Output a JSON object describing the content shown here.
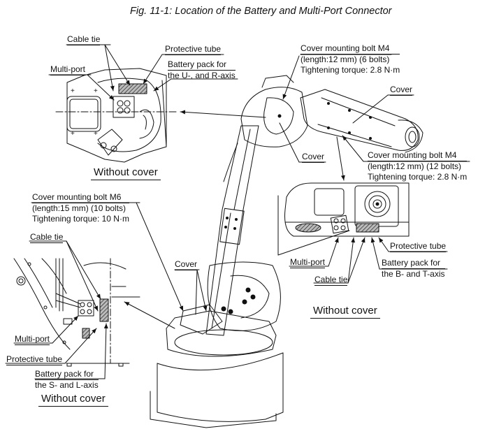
{
  "figure": {
    "title": "Fig. 11-1: Location of the Battery and Multi-Port Connector"
  },
  "inset_upper_left": {
    "cable_tie": "Cable tie",
    "protective_tube": "Protective tube",
    "multi_port": "Multi-port",
    "battery_line1": "Battery pack for",
    "battery_line2": "the U-, and R-axis",
    "caption": "Without cover"
  },
  "upper_arm_callouts": {
    "bolt_m4_6": {
      "line1": "Cover mounting bolt M4",
      "line2": "(length:12 mm) (6 bolts)",
      "line3": "Tightening torque: 2.8 N·m"
    },
    "cover_top": "Cover",
    "cover_mid": "Cover",
    "bolt_m4_12": {
      "line1": "Cover mounting bolt M4",
      "line2": "(length:12 mm) (12 bolts)",
      "line3": "Tightening torque: 2.8 N·m"
    }
  },
  "inset_right": {
    "protective_tube": "Protective tube",
    "multi_port": "Multi-port",
    "battery_line1": "Battery pack for",
    "battery_line2": "the B- and T-axis",
    "cable_tie": "Cable tie",
    "caption": "Without cover"
  },
  "base_callouts": {
    "bolt_m6": {
      "line1": "Cover mounting bolt M6",
      "line2": "(length:15 mm) (10 bolts)",
      "line3": "Tightening torque: 10 N·m"
    },
    "cover": "Cover"
  },
  "inset_lower_left": {
    "cable_tie": "Cable tie",
    "multi_port": "Multi-port",
    "protective_tube": "Protective tube",
    "battery_line1": "Battery pack for",
    "battery_line2": "the S- and L-axis",
    "caption": "Without cover"
  }
}
